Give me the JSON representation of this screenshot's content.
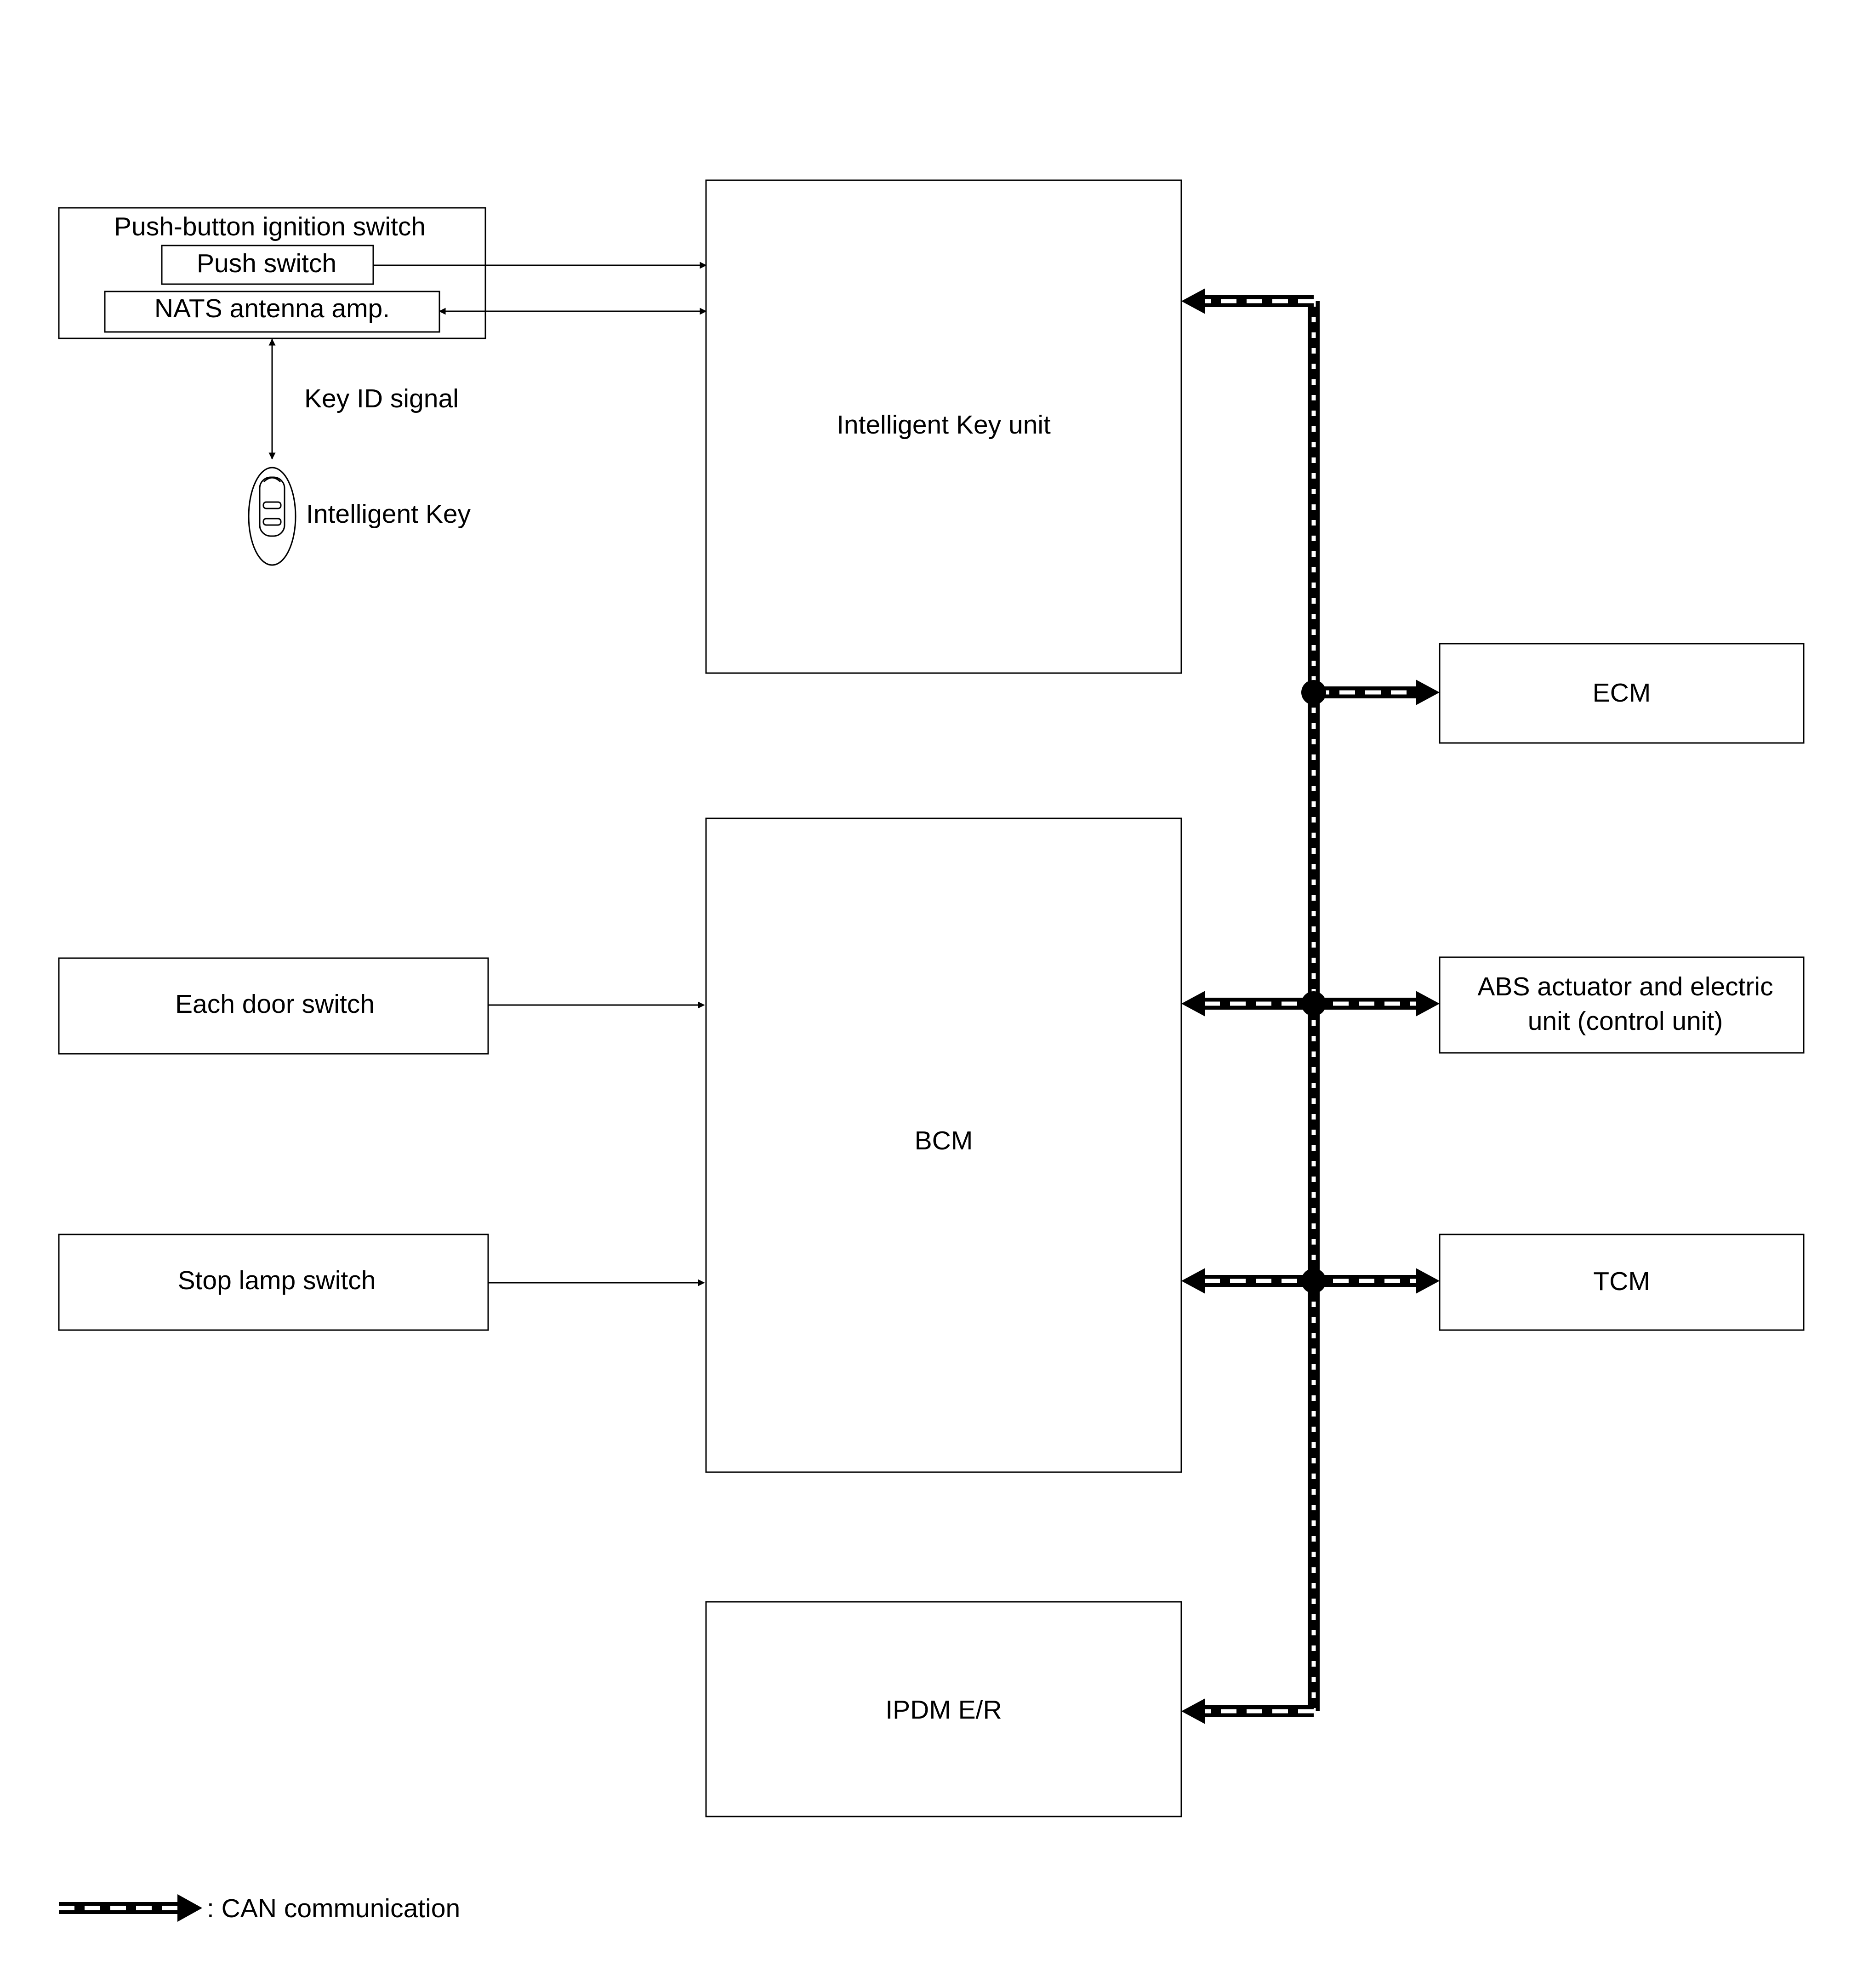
{
  "colors": {
    "line": "#000000",
    "background": "#ffffff",
    "can_dash_light": "#ffffff"
  },
  "blocks": {
    "push_button_ignition_switch": "Push-button ignition switch",
    "push_switch": "Push switch",
    "nats_antenna_amp": "NATS antenna amp.",
    "intelligent_key_unit": "Intelligent Key unit",
    "bcm": "BCM",
    "ipdm_er": "IPDM E/R",
    "ecm": "ECM",
    "abs_line1": "ABS actuator and electric",
    "abs_line2": "unit (control unit)",
    "tcm": "TCM",
    "each_door_switch": "Each door switch",
    "stop_lamp_switch": "Stop lamp switch"
  },
  "signals": {
    "key_id_signal": "Key ID signal",
    "intelligent_key": "Intelligent Key"
  },
  "icons": {
    "intelligent_key": "key-fob-icon"
  },
  "legend": {
    "can_label": ": CAN communication"
  }
}
